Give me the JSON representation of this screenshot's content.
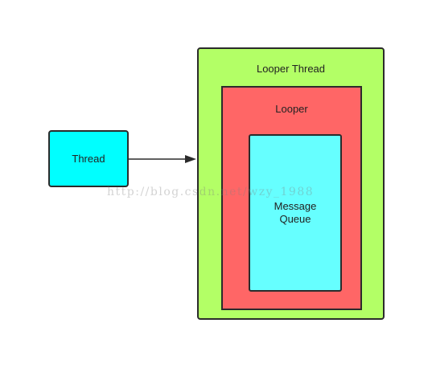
{
  "nodes": {
    "thread": {
      "label": "Thread",
      "color": "#00ffff"
    },
    "looper_thread": {
      "label": "Looper Thread",
      "color": "#b3ff66"
    },
    "looper": {
      "label": "Looper",
      "color": "#ff6666"
    },
    "message_queue": {
      "label_line1": "Message",
      "label_line2": "Queue",
      "color": "#66ffff"
    }
  },
  "edge_color": "#2b2b2b",
  "watermark": "http://blog.csdn.net/wzy_1988"
}
